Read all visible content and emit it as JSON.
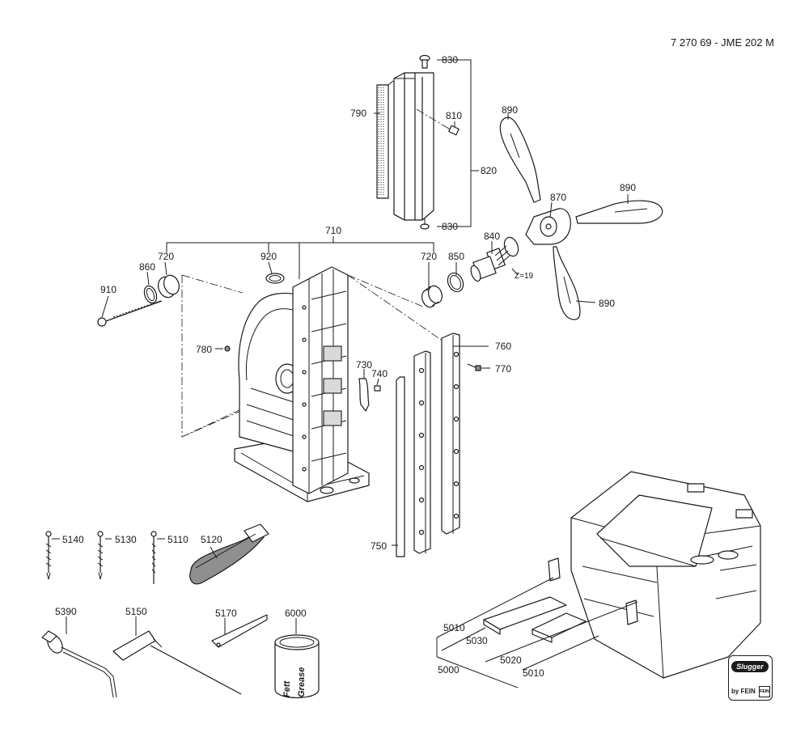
{
  "document_id": "7 270 69 - JME 202 M",
  "callouts": {
    "p830a": "830",
    "p810": "810",
    "p790": "790",
    "p820": "820",
    "p830b": "830",
    "p890a": "890",
    "p890b": "890",
    "p890c": "890",
    "p870": "870",
    "p840": "840",
    "p850": "850",
    "z19": "Z=19",
    "p710": "710",
    "p920": "920",
    "p720a": "720",
    "p720b": "720",
    "p860": "860",
    "p910": "910",
    "p780": "780",
    "p730": "730",
    "p740": "740",
    "p760": "760",
    "p770": "770",
    "p750": "750",
    "p5140": "5140",
    "p5130": "5130",
    "p5110": "5110",
    "p5120": "5120",
    "p5390": "5390",
    "p5150": "5150",
    "p5170": "5170",
    "p6000": "6000",
    "p5010a": "5010",
    "p5030": "5030",
    "p5000": "5000",
    "p5020": "5020",
    "p5010b": "5010"
  },
  "can_label": [
    "Fett",
    "Grease"
  ],
  "logo": {
    "brand": "Slugger",
    "by": "by FEIN",
    "mark": "FEIN"
  }
}
